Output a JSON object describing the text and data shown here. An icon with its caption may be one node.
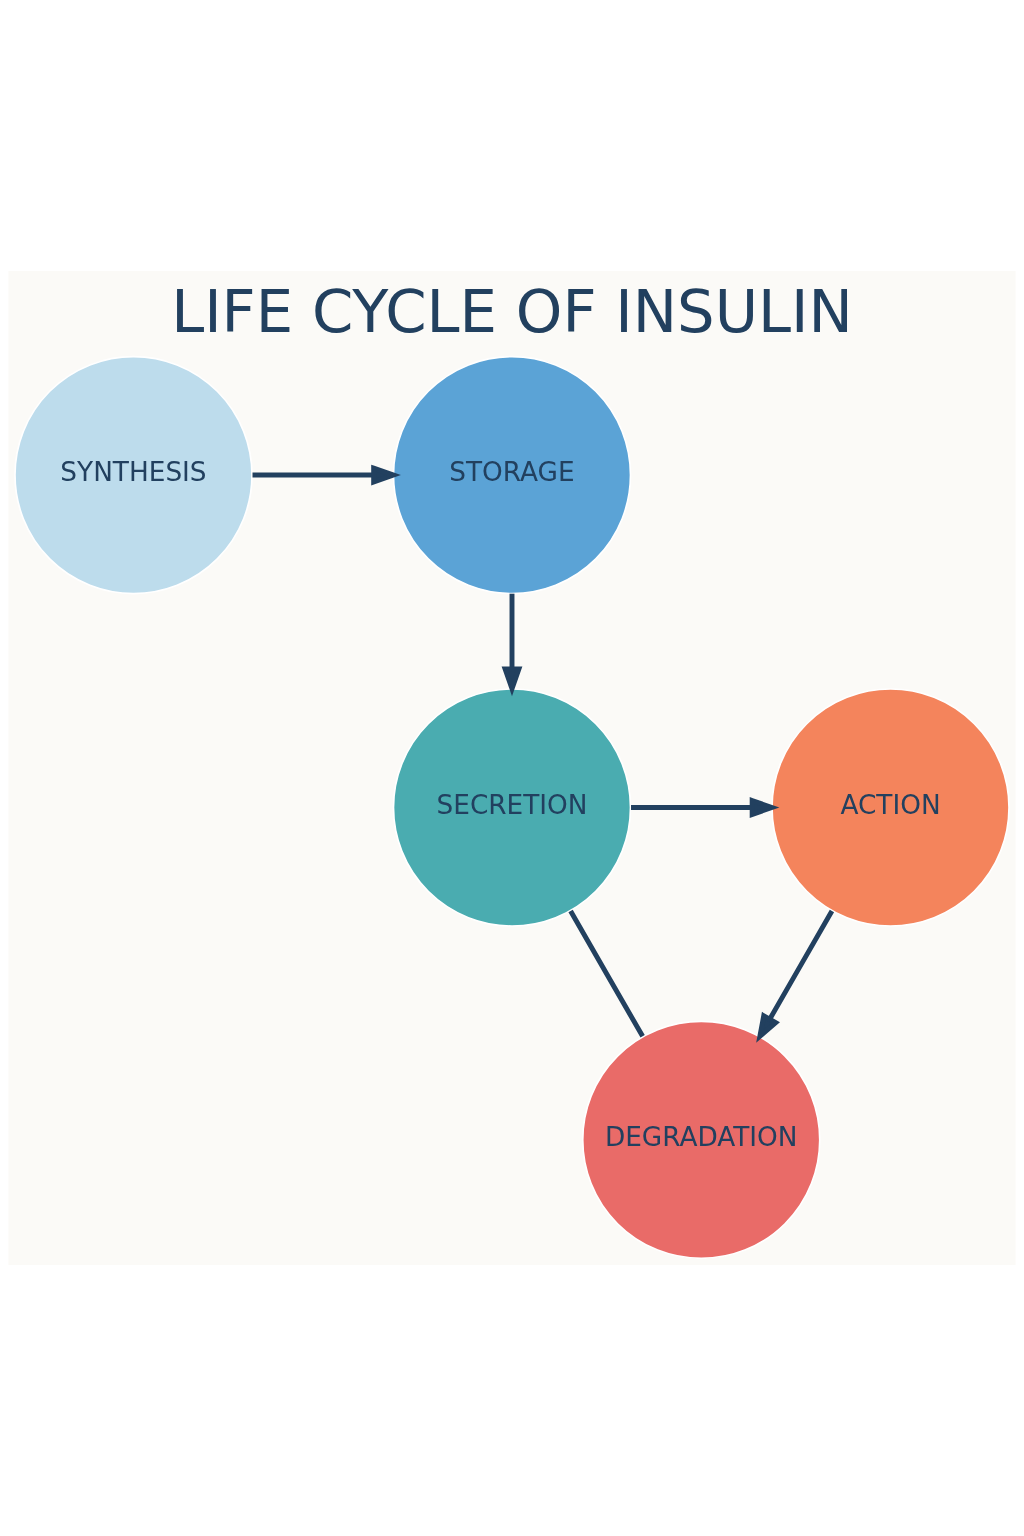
{
  "diagram": {
    "title": "LIFE CYCLE OF INSULIN",
    "nodes": [
      {
        "text": [
          "SYNTHESIS"
        ]
      },
      {
        "text": [
          "STORAGE"
        ]
      },
      {
        "text": [
          "SECRETION"
        ]
      },
      {
        "text": [
          "ACTION"
        ]
      },
      {
        "text": [
          "DEGRADATION"
        ]
      }
    ],
    "edges": [
      {
        "from": 0,
        "to": 1,
        "arrow": "to"
      },
      {
        "from": 1,
        "to": 2,
        "arrow": "to"
      },
      {
        "from": 2,
        "to": 3,
        "arrow": "to"
      },
      {
        "from": 3,
        "to": 4,
        "arrow": "to"
      },
      {
        "from": 2,
        "to": 4,
        "arrow": "none"
      }
    ]
  }
}
